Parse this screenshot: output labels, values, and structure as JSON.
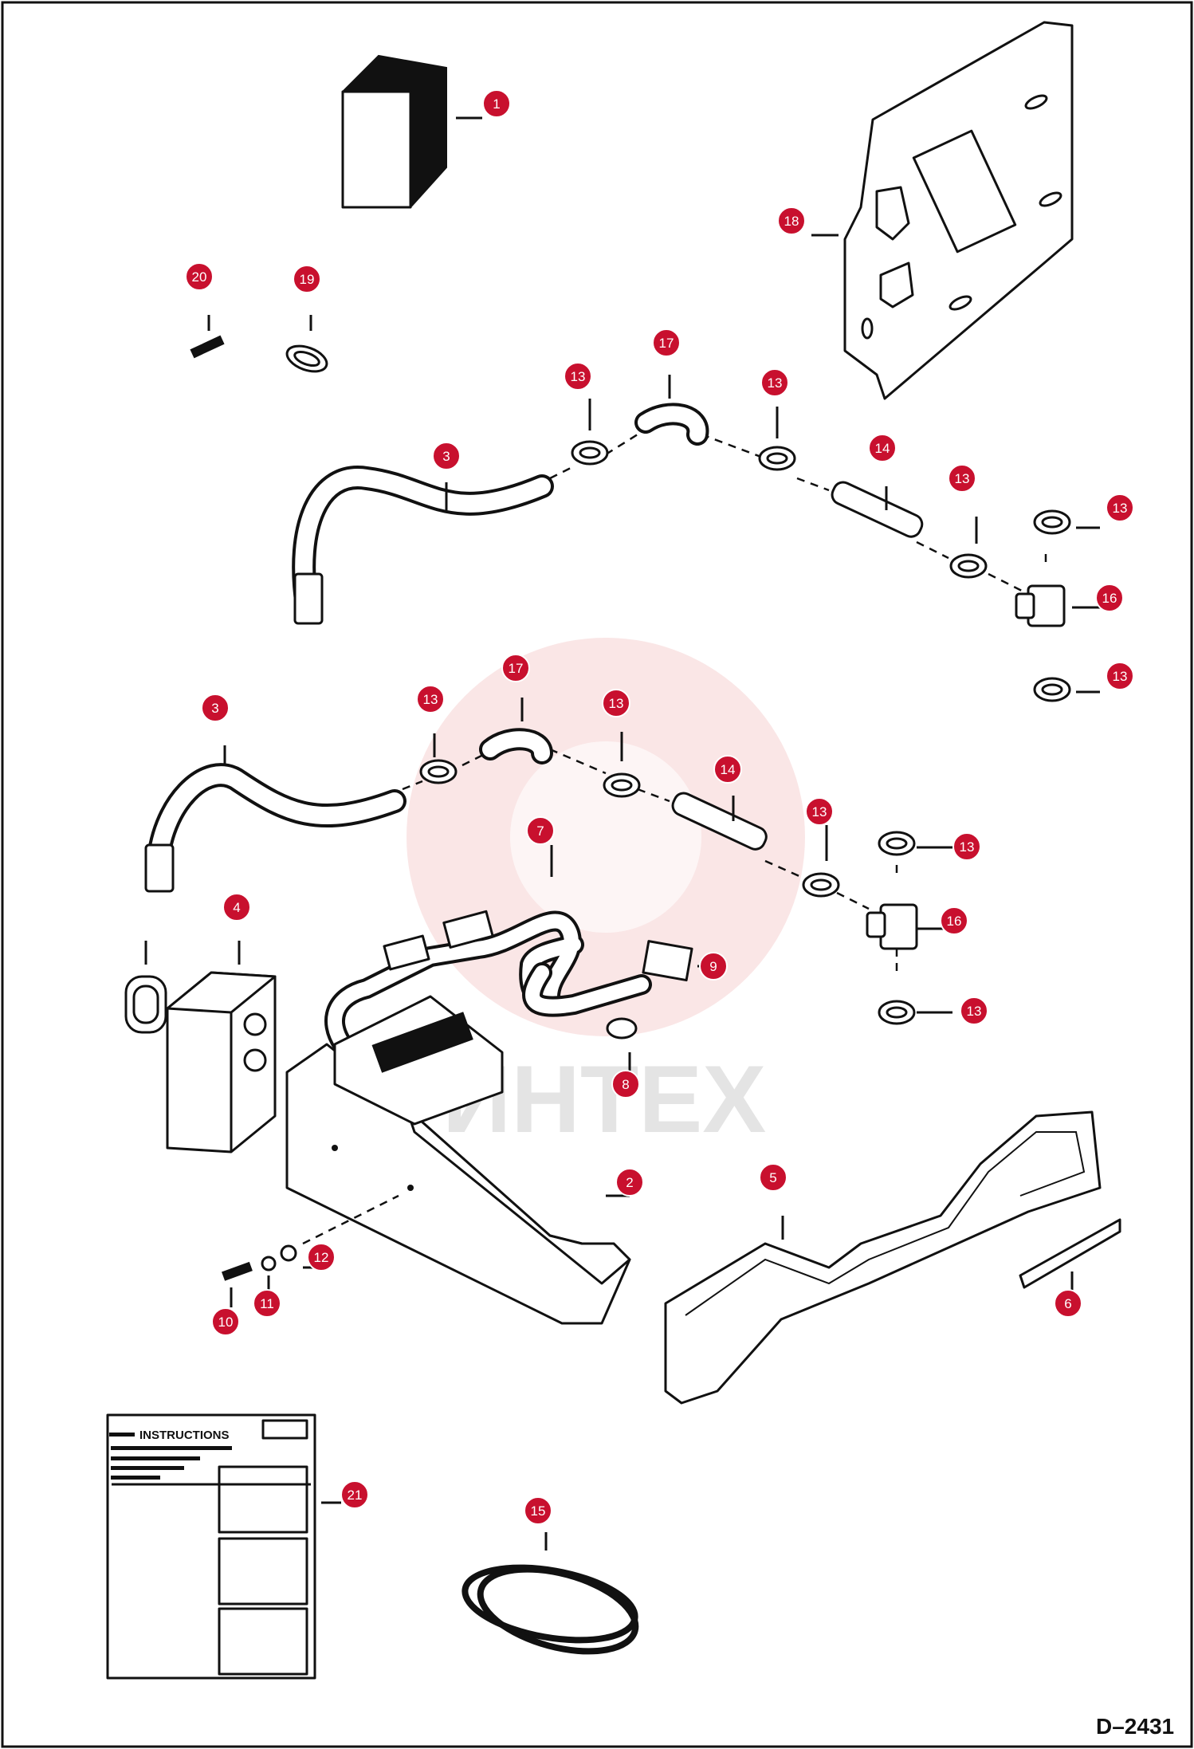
{
  "drawing_code": "D–2431",
  "watermark_text": "ИНТЕХ",
  "accent_color": "#c8102e",
  "sheet_labels": [
    "INSTRUCTIONS"
  ],
  "callouts": [
    {
      "id": "1",
      "label": "1"
    },
    {
      "id": "2",
      "label": "2"
    },
    {
      "id": "3a",
      "label": "3"
    },
    {
      "id": "3b",
      "label": "3"
    },
    {
      "id": "4",
      "label": "4"
    },
    {
      "id": "5",
      "label": "5"
    },
    {
      "id": "6",
      "label": "6"
    },
    {
      "id": "7",
      "label": "7"
    },
    {
      "id": "8",
      "label": "8"
    },
    {
      "id": "9",
      "label": "9"
    },
    {
      "id": "10",
      "label": "10"
    },
    {
      "id": "11",
      "label": "11"
    },
    {
      "id": "12",
      "label": "12"
    },
    {
      "id": "13a",
      "label": "13"
    },
    {
      "id": "13b",
      "label": "13"
    },
    {
      "id": "13c",
      "label": "13"
    },
    {
      "id": "13d",
      "label": "13"
    },
    {
      "id": "13e",
      "label": "13"
    },
    {
      "id": "13f",
      "label": "13"
    },
    {
      "id": "13g",
      "label": "13"
    },
    {
      "id": "13h",
      "label": "13"
    },
    {
      "id": "13i",
      "label": "13"
    },
    {
      "id": "13j",
      "label": "13"
    },
    {
      "id": "14a",
      "label": "14"
    },
    {
      "id": "14b",
      "label": "14"
    },
    {
      "id": "15",
      "label": "15"
    },
    {
      "id": "16a",
      "label": "16"
    },
    {
      "id": "16b",
      "label": "16"
    },
    {
      "id": "17a",
      "label": "17"
    },
    {
      "id": "17b",
      "label": "17"
    },
    {
      "id": "18",
      "label": "18"
    },
    {
      "id": "19",
      "label": "19"
    },
    {
      "id": "20",
      "label": "20"
    },
    {
      "id": "21",
      "label": "21"
    }
  ]
}
